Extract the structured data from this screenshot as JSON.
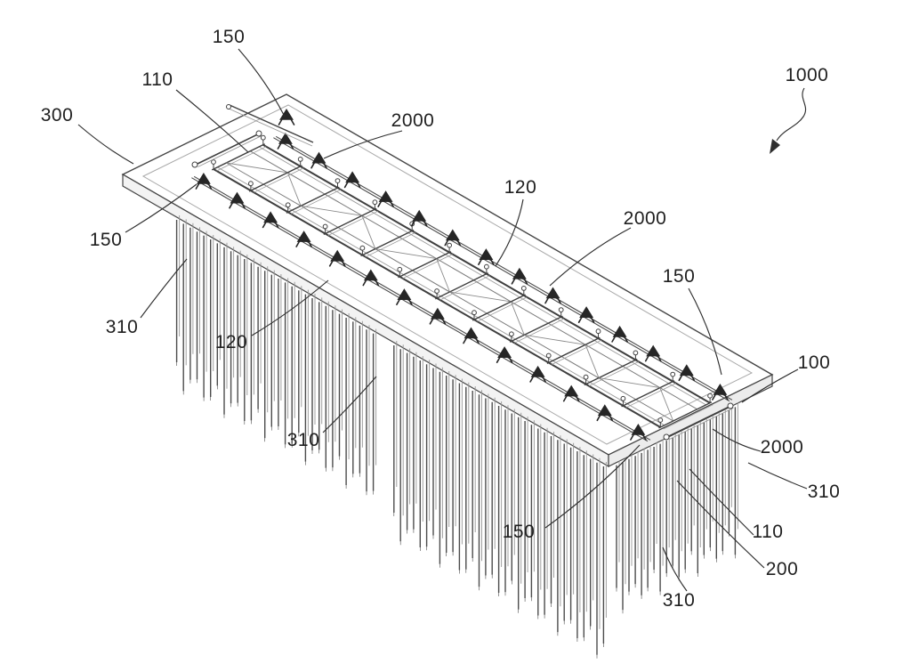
{
  "figure": {
    "type": "patent-isometric-line-drawing",
    "colors": {
      "ink": "#2e2e2e",
      "background": "#ffffff"
    },
    "labels": [
      {
        "id": "150-top",
        "text": "150"
      },
      {
        "id": "110-top-left",
        "text": "110"
      },
      {
        "id": "300",
        "text": "300"
      },
      {
        "id": "2000-top",
        "text": "2000"
      },
      {
        "id": "150-left",
        "text": "150"
      },
      {
        "id": "120-middle",
        "text": "120"
      },
      {
        "id": "2000-middle",
        "text": "2000"
      },
      {
        "id": "310-left",
        "text": "310"
      },
      {
        "id": "120-left-lower",
        "text": "120"
      },
      {
        "id": "150-right",
        "text": "150"
      },
      {
        "id": "100",
        "text": "100"
      },
      {
        "id": "310-middle",
        "text": "310"
      },
      {
        "id": "2000-right",
        "text": "2000"
      },
      {
        "id": "310-right",
        "text": "310"
      },
      {
        "id": "150-bottom",
        "text": "150"
      },
      {
        "id": "110-right",
        "text": "110"
      },
      {
        "id": "200",
        "text": "200"
      },
      {
        "id": "310-bottom",
        "text": "310"
      },
      {
        "id": "1000",
        "text": "1000"
      }
    ]
  }
}
